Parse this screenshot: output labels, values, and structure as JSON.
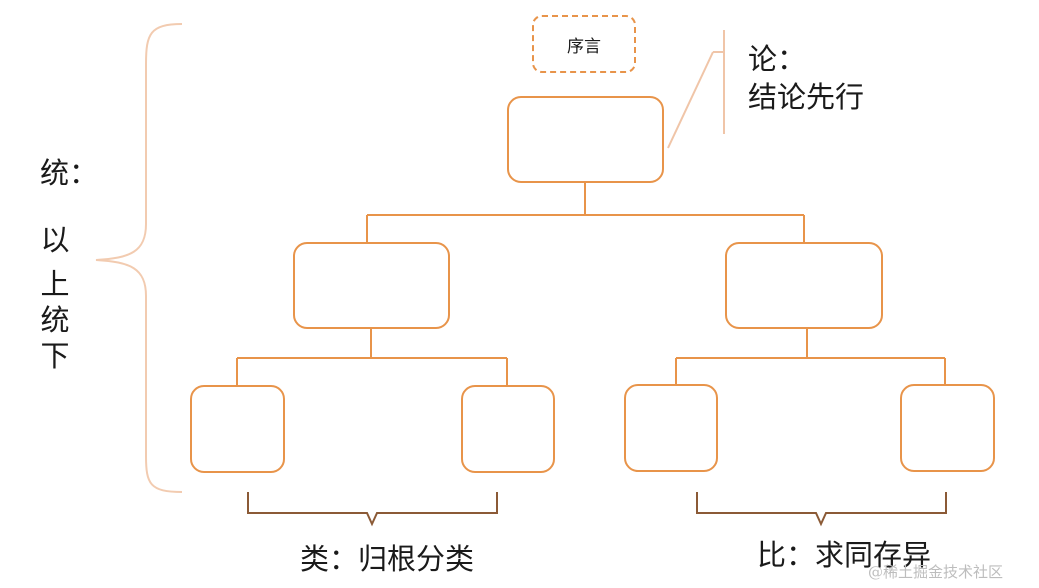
{
  "preface": "序言",
  "lun": {
    "title": "论：",
    "text": "结论先行"
  },
  "tong": {
    "title": "统：",
    "chars": [
      "以",
      "上",
      "统",
      "下"
    ]
  },
  "lei": "类：归根分类",
  "bi": "比：求同存异",
  "watermark": "@稀土掘金技术社区",
  "colors": {
    "box": "#e8944a",
    "line": "#e8944a",
    "bracket": "#8b5a36",
    "brace": "#f2cbb0",
    "text": "#1a1a1a"
  }
}
